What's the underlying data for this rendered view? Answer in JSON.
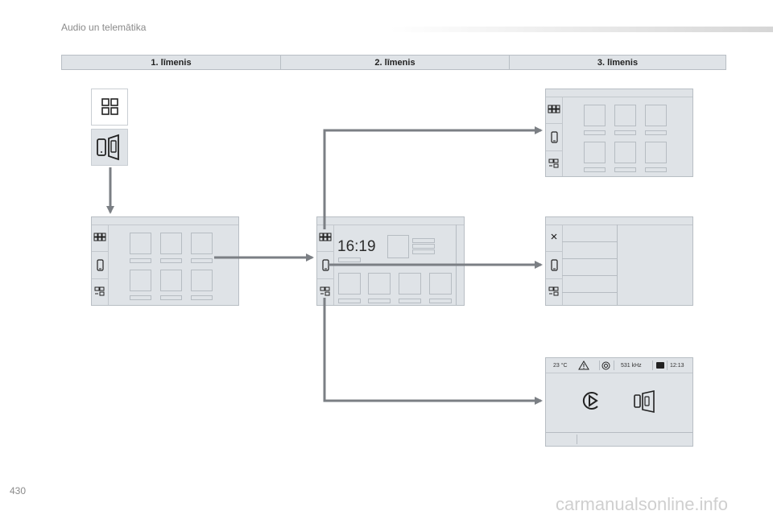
{
  "header": {
    "title": "Audio un telemātika"
  },
  "levels": [
    "1. līmenis",
    "2. līmenis",
    "3. līmenis"
  ],
  "screen_level2": {
    "clock": "16:19"
  },
  "screen_status": {
    "temperature": "23 °C",
    "frequency": "531 kHz",
    "time": "12:13"
  },
  "page": {
    "number": "430"
  },
  "watermark": {
    "text": "carmanualsonline.info"
  },
  "colors": {
    "screen_bg": "#dfe3e7",
    "arrow": "#7b7f84",
    "border": "#b8bec4"
  },
  "icons": [
    "grid-icon",
    "phone-mirror-icon",
    "apps-grid-icon",
    "phone-icon",
    "settings-apps-icon",
    "close-icon",
    "warning-icon",
    "connectivity-icon",
    "phone-card-icon",
    "play-icon"
  ]
}
